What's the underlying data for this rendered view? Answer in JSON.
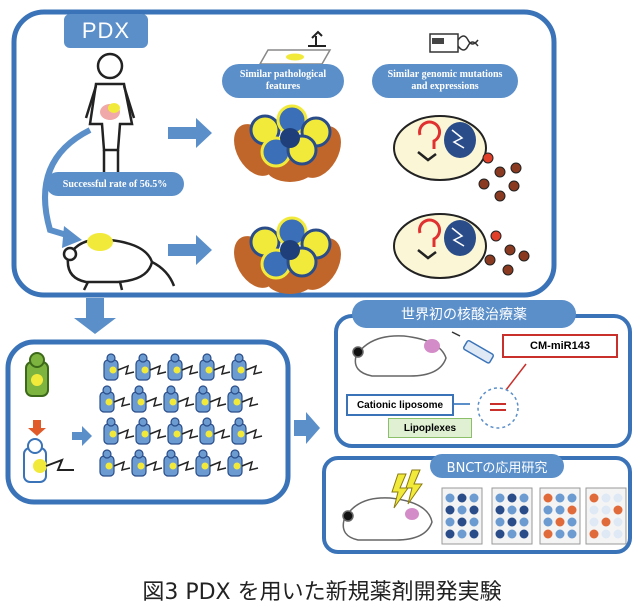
{
  "pdx_tab": "PDX",
  "pathology_label": "Similar pathological features",
  "genomic_label": "Similar genomic mutations and expressions",
  "success_label": "Successful rate of 56.5%",
  "nucleic_title": "世界初の核酸治療薬",
  "mirna_label": "CM-miR143",
  "liposome_label": "Cationic liposome",
  "lipoplex_label": "Lipoplexes",
  "bnct_title": "BNCTの応用研究",
  "caption": "図3 PDX を用いた新規薬剤開発実験",
  "colors": {
    "frame": "#3a73b8",
    "pill": "#5b8fc9",
    "arrow": "#5b8fc9",
    "tumor_yellow": "#f2ea3a",
    "tumor_blue": "#3b6fb8",
    "tumor_brown": "#c0662a"
  }
}
